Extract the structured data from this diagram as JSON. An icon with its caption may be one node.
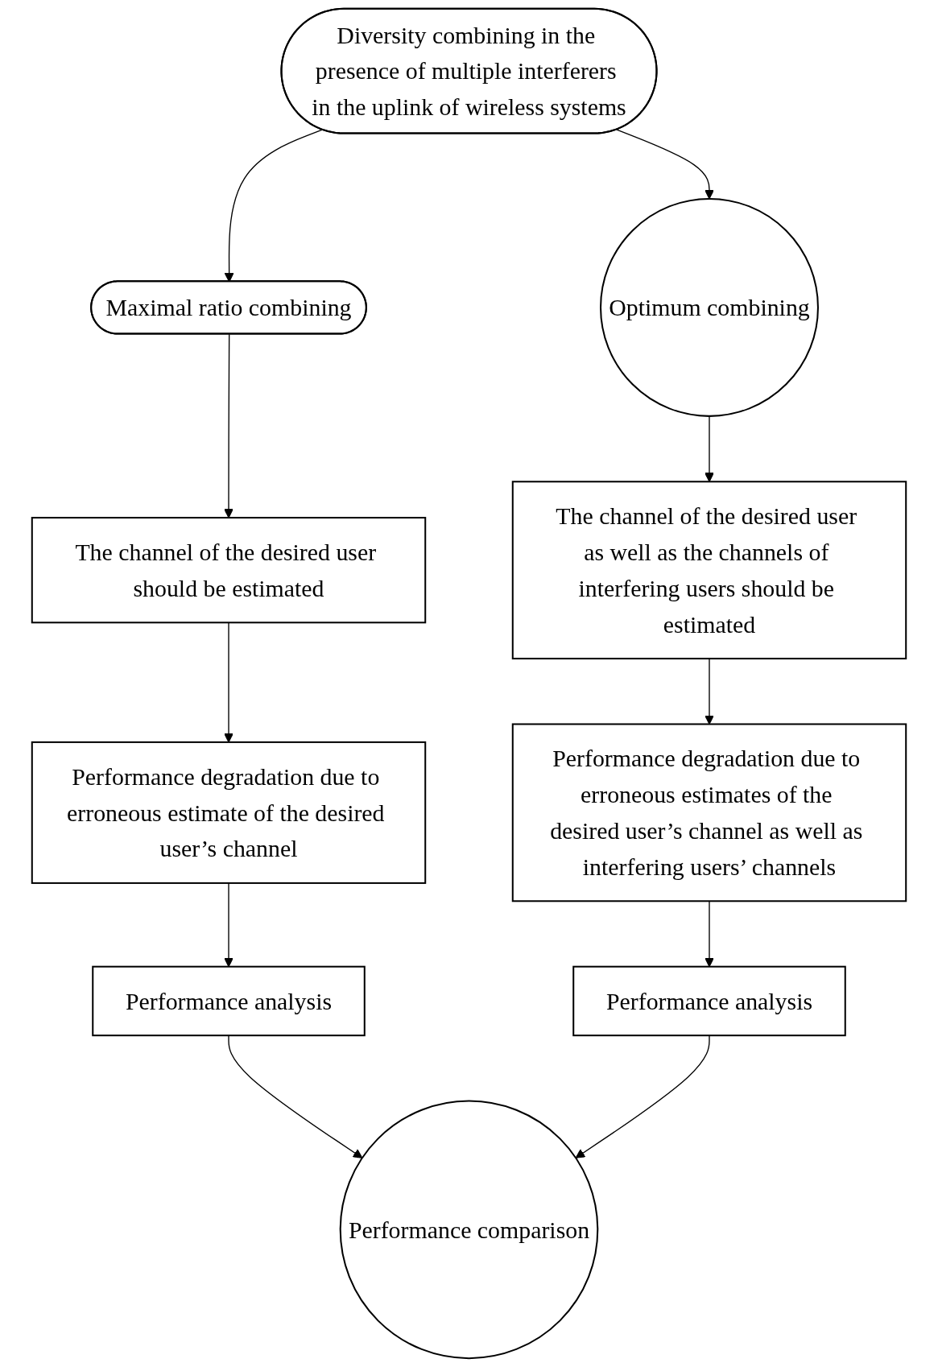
{
  "diagram": {
    "nodes": [
      {
        "text": [
          "Diversity combining in the presence of multiple interferers in the uplink of wireless systems"
        ]
      },
      {
        "text": [
          "Maximal ratio combining"
        ]
      },
      {
        "text": [
          "Optimum combining"
        ]
      },
      {
        "text": [
          "The channel of the desired user should be estimated"
        ]
      },
      {
        "text": [
          "The channel of the desired user as well as the channels of interfering users should be estimated"
        ]
      },
      {
        "text": [
          "Performance degradation due to erroneous estimate of the desired user’s channel"
        ]
      },
      {
        "text": [
          "Performance degradation due to erroneous estimates of the desired user’s channel as well as interfering users’ channels"
        ]
      },
      {
        "text": [
          "Performance analysis"
        ]
      },
      {
        "text": [
          "Performance analysis"
        ]
      },
      {
        "text": [
          "Performance comparison"
        ]
      }
    ],
    "edges": [
      {
        "from": 0,
        "to": 1,
        "arrow": "to"
      },
      {
        "from": 0,
        "to": 2,
        "arrow": "to"
      },
      {
        "from": 1,
        "to": 3,
        "arrow": "to"
      },
      {
        "from": 2,
        "to": 4,
        "arrow": "to"
      },
      {
        "from": 3,
        "to": 5,
        "arrow": "to"
      },
      {
        "from": 4,
        "to": 6,
        "arrow": "to"
      },
      {
        "from": 5,
        "to": 7,
        "arrow": "to"
      },
      {
        "from": 6,
        "to": 8,
        "arrow": "to"
      },
      {
        "from": 7,
        "to": 9,
        "arrow": "to"
      },
      {
        "from": 8,
        "to": 9,
        "arrow": "to"
      }
    ]
  }
}
